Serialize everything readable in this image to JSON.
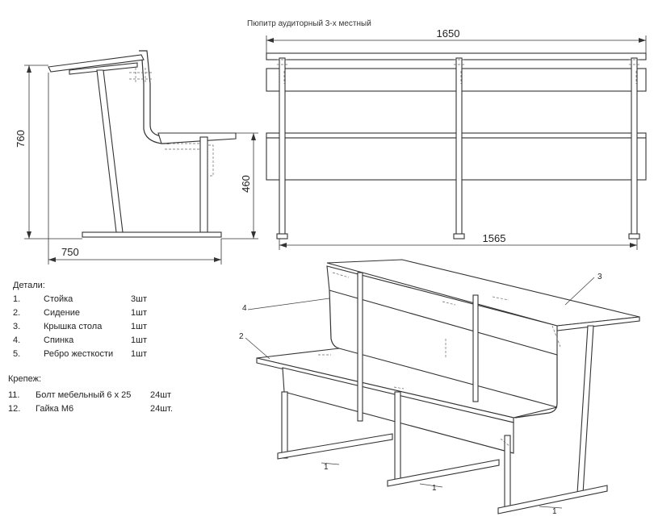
{
  "title": "Пюпитр аудиторный 3-х местный",
  "dimensions": {
    "height_total": "760",
    "seat_height": "460",
    "depth": "750",
    "width_total": "1650",
    "width_inner": "1565"
  },
  "callouts": [
    "1",
    "1",
    "1",
    "2",
    "3",
    "4"
  ],
  "parts_heading": "Детали:",
  "parts": [
    {
      "num": "1.",
      "name": "Стойка",
      "qty": "3шт"
    },
    {
      "num": "2.",
      "name": "Сидение",
      "qty": "1шт"
    },
    {
      "num": "3.",
      "name": "Крышка стола",
      "qty": "1шт"
    },
    {
      "num": "4.",
      "name": "Спинка",
      "qty": "1шт"
    },
    {
      "num": "5.",
      "name": "Ребро жесткости",
      "qty": "1шт"
    }
  ],
  "fasteners_heading": "Крепеж:",
  "fasteners": [
    {
      "num": "11.",
      "name": "Болт мебельный 6 x 25",
      "qty": "24шт"
    },
    {
      "num": "12.",
      "name": "Гайка М6",
      "qty": "24шт."
    }
  ]
}
